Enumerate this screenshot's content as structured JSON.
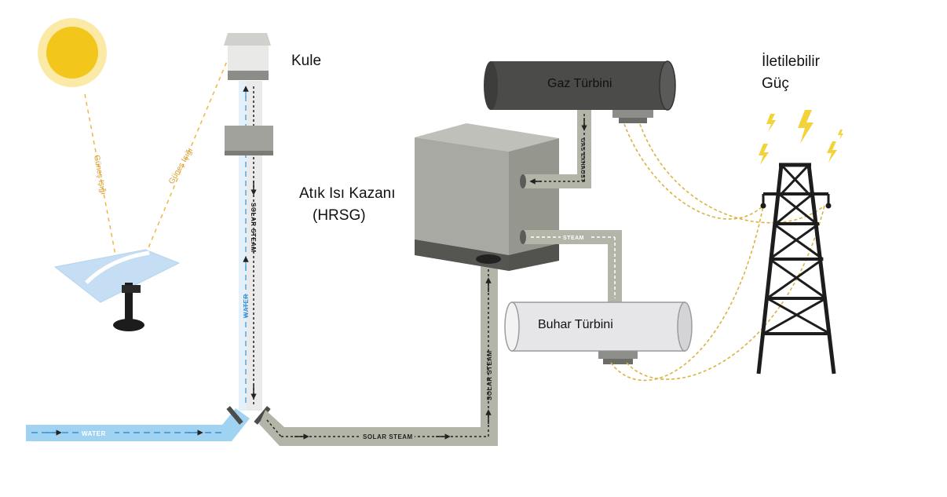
{
  "labels": {
    "tower": "Kule",
    "hrsg_line1": "Atık Isı Kazanı",
    "hrsg_line2": "(HRSG)",
    "gas_turbine": "Gaz Türbini",
    "steam_turbine": "Buhar Türbini",
    "power_line1": "İletilebilir",
    "power_line2": "Güç",
    "sunlight_1": "Güneş Işığı",
    "sunlight_2": "Güneş Işığı"
  },
  "pipe_labels": {
    "water_bottom": "WATER",
    "water_tower": "WATER",
    "solar_steam_tower": "SOLAR STEAM",
    "solar_steam_bottom": "SOLAR STEAM",
    "solar_steam_riser": "SOLAR STEAM",
    "gas_exhaust": "GAS EXHAUST",
    "steam": "STEAM"
  },
  "colors": {
    "sun": "#f2c61a",
    "sun_glow": "#fbe9a6",
    "ray": "#f1b545",
    "water": "#9fd3f1",
    "water_text": "#3f8fcf",
    "pipe": "#b3b5a9",
    "box": "#a7a9a2",
    "gas_turbine": "#4b4b49",
    "steam_turbine": "#e6e6e8",
    "wire": "#d9b441",
    "pylon": "#1d1d1d",
    "bolt": "#f3d33c"
  }
}
